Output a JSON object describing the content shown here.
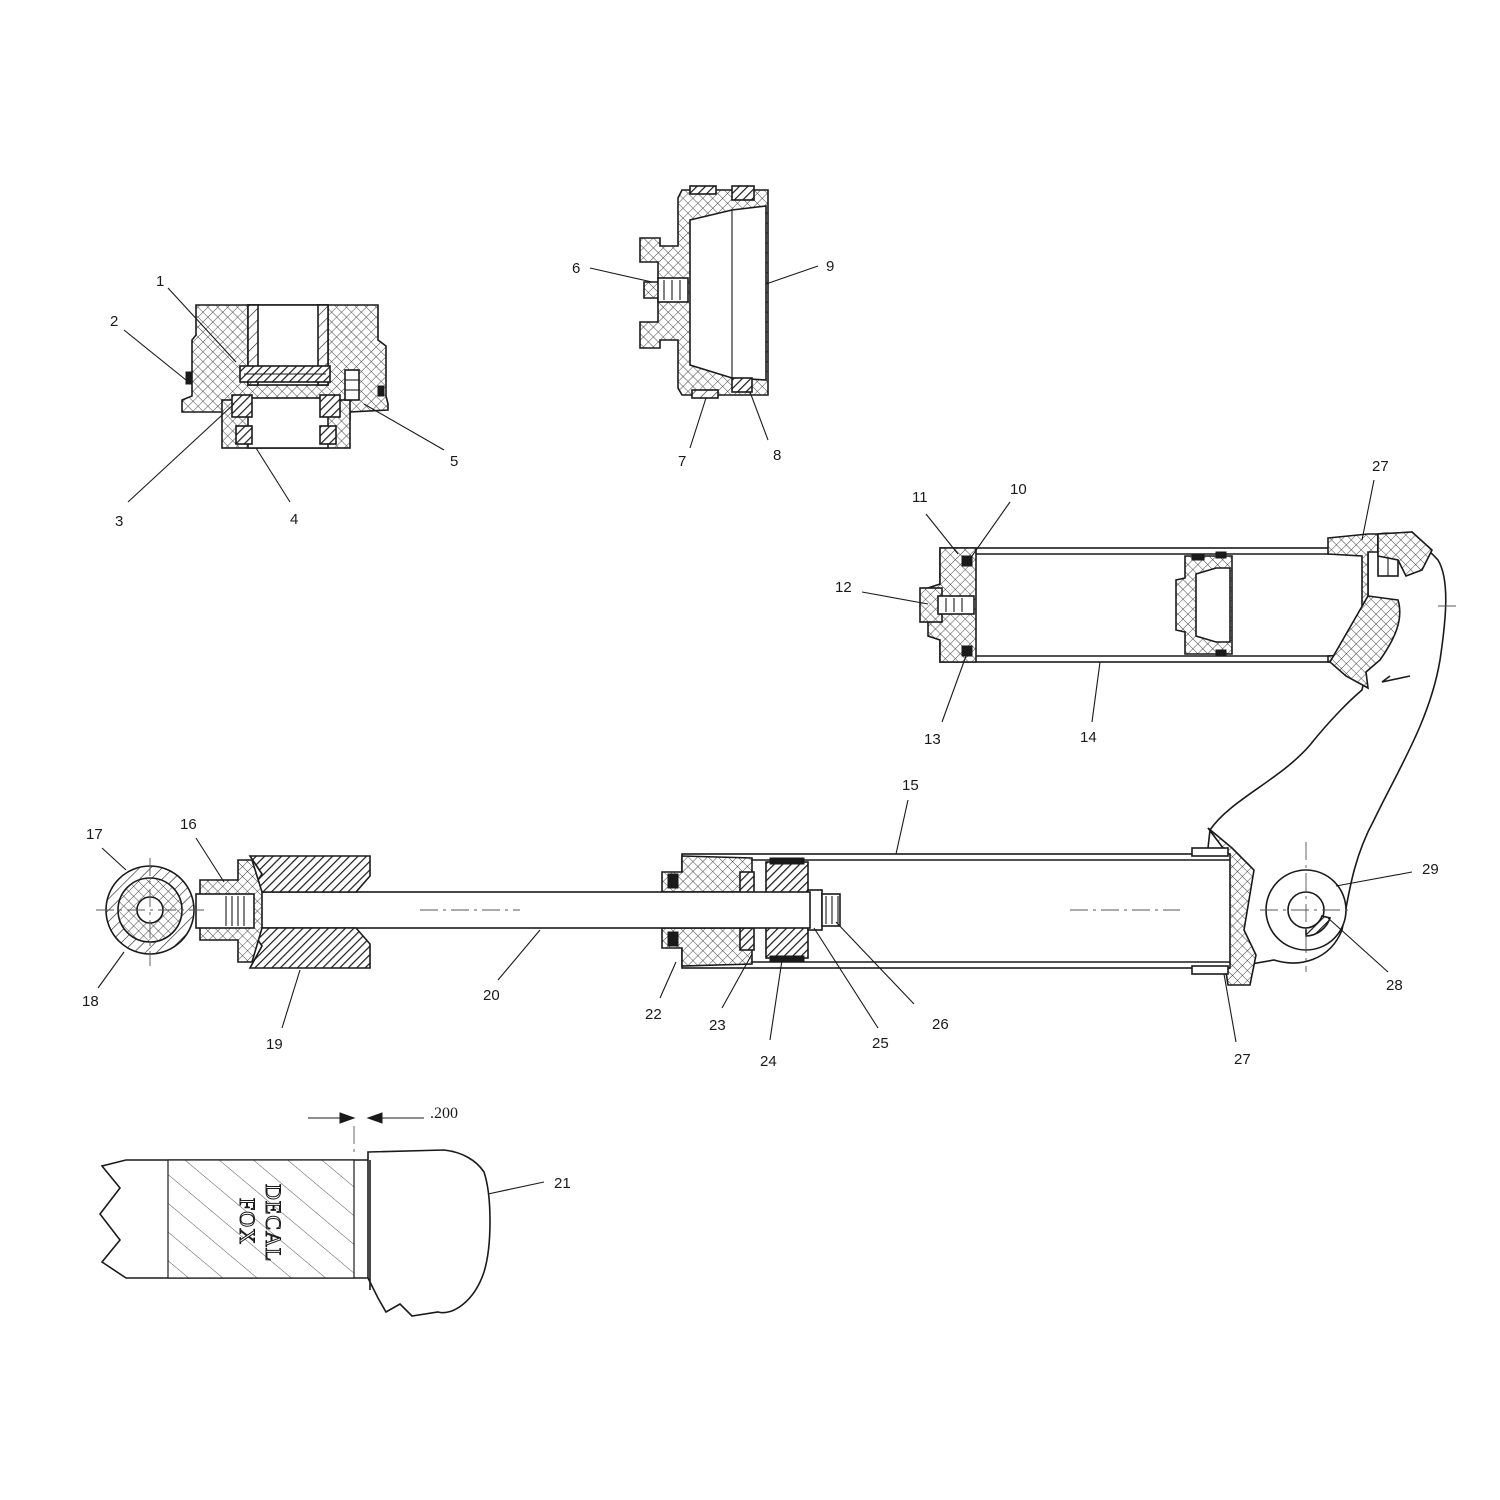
{
  "callouts": {
    "c1": "1",
    "c2": "2",
    "c3": "3",
    "c4": "4",
    "c5": "5",
    "c6": "6",
    "c7": "7",
    "c8": "8",
    "c9": "9",
    "c10": "10",
    "c11": "11",
    "c12": "12",
    "c13": "13",
    "c14": "14",
    "c15": "15",
    "c16": "16",
    "c17": "17",
    "c18": "18",
    "c19": "19",
    "c20": "20",
    "c21": "21",
    "c22": "22",
    "c23": "23",
    "c24": "24",
    "c25": "25",
    "c26": "26",
    "c27a": "27",
    "c27b": "27",
    "c28": "28",
    "c29": "29"
  },
  "dimension": {
    "value": ".200"
  },
  "decal": {
    "line1": "FOX",
    "line2": "DECAL"
  }
}
